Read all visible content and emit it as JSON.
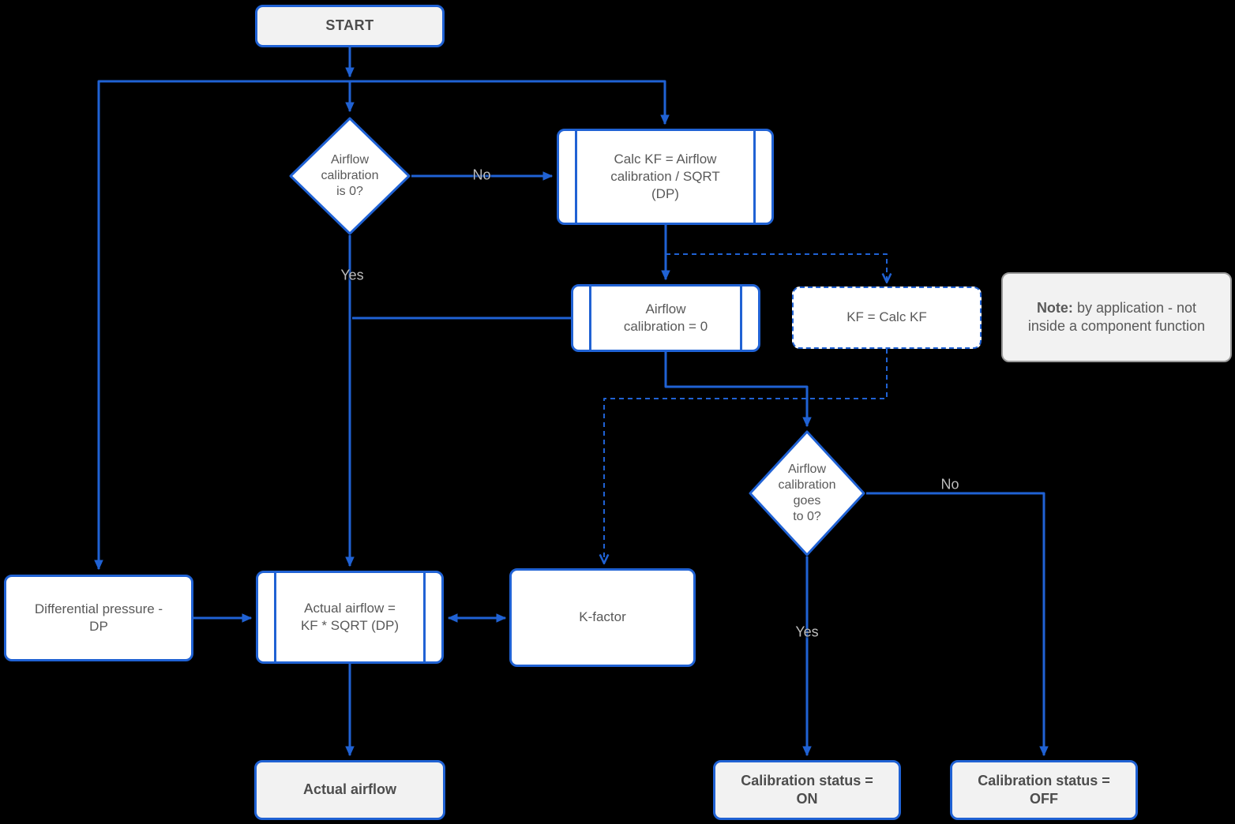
{
  "colors": {
    "accent": "#2062D4",
    "node_fill": "#ffffff",
    "terminal_fill": "#f2f2f2",
    "note_fill": "#f2f2f2",
    "note_border": "#999999",
    "text": "#595959",
    "edge_label": "#bdbdbd",
    "background": "#000000"
  },
  "nodes": {
    "start": {
      "label": "START"
    },
    "decision1": {
      "label": "Airflow\ncalibration\nis 0?"
    },
    "calc_kf": {
      "label": "Calc KF = Airflow\ncalibration / SQRT\n(DP)"
    },
    "cal_zero": {
      "label": "Airflow\ncalibration = 0"
    },
    "kf_assign": {
      "label": "KF = Calc KF"
    },
    "note": {
      "label": "Note:",
      "text": "by application - not inside a component function"
    },
    "decision2": {
      "label": "Airflow\ncalibration\ngoes\nto 0?"
    },
    "diff_pressure": {
      "label": "Differential pressure -\nDP"
    },
    "actual_calc": {
      "label": "Actual airflow =\nKF * SQRT (DP)"
    },
    "k_factor": {
      "label": "K-factor"
    },
    "actual_airflow": {
      "label": "Actual airflow"
    },
    "status_on": {
      "label": "Calibration status =\nON"
    },
    "status_off": {
      "label": "Calibration status =\nOFF"
    }
  },
  "edge_labels": {
    "decision1_no": "No",
    "decision1_yes": "Yes",
    "decision2_yes": "Yes",
    "decision2_no": "No"
  }
}
